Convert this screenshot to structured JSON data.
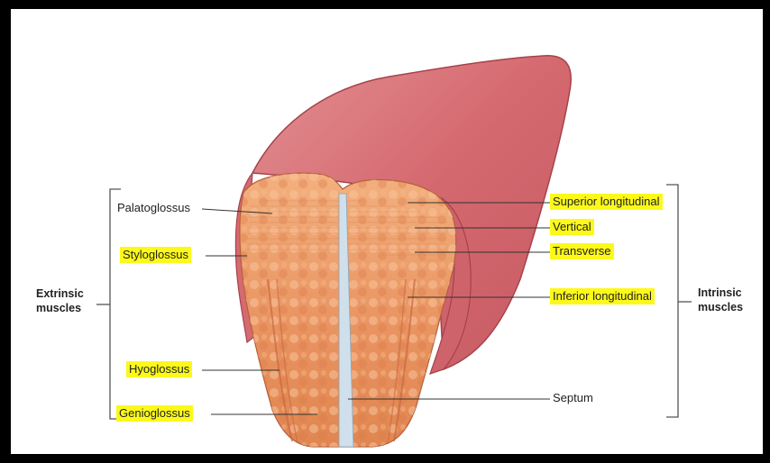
{
  "diagram": {
    "groups": {
      "extrinsic": [
        "Extrinsic",
        "muscles"
      ],
      "intrinsic": [
        "Intrinsic",
        "muscles"
      ]
    },
    "labels": {
      "palatoglossus": "Palatoglossus",
      "styloglossus": "Styloglossus",
      "hyoglossus": "Hyoglossus",
      "genioglossus": "Genioglossus",
      "superior_longitudinal": "Superior longitudinal",
      "vertical": "Vertical",
      "transverse": "Transverse",
      "inferior_longitudinal": "Inferior longitudinal",
      "septum": "Septum"
    },
    "highlighted": [
      "styloglossus",
      "hyoglossus",
      "genioglossus",
      "superior_longitudinal",
      "vertical",
      "transverse",
      "inferior_longitudinal"
    ],
    "colors": {
      "highlight": "#fcf91a",
      "tongue_surface": "#d9757a",
      "muscle": "#e9926a",
      "septum": "#cfe0ec"
    }
  }
}
